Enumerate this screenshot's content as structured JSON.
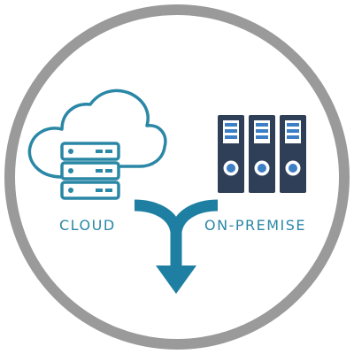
{
  "labels": {
    "cloud": "CLOUD",
    "on_premise": "ON-PREMISE"
  },
  "icons": {
    "frame": "circle-frame",
    "cloud": "cloud-server-icon",
    "on_premise": "server-racks-icon",
    "merge": "merge-arrow-icon"
  },
  "colors": {
    "ring": "#9a9a9a",
    "teal": "#2a87a6",
    "navy": "#2f3f57",
    "rack_accent": "#3c7fc4",
    "background": "#ffffff"
  }
}
